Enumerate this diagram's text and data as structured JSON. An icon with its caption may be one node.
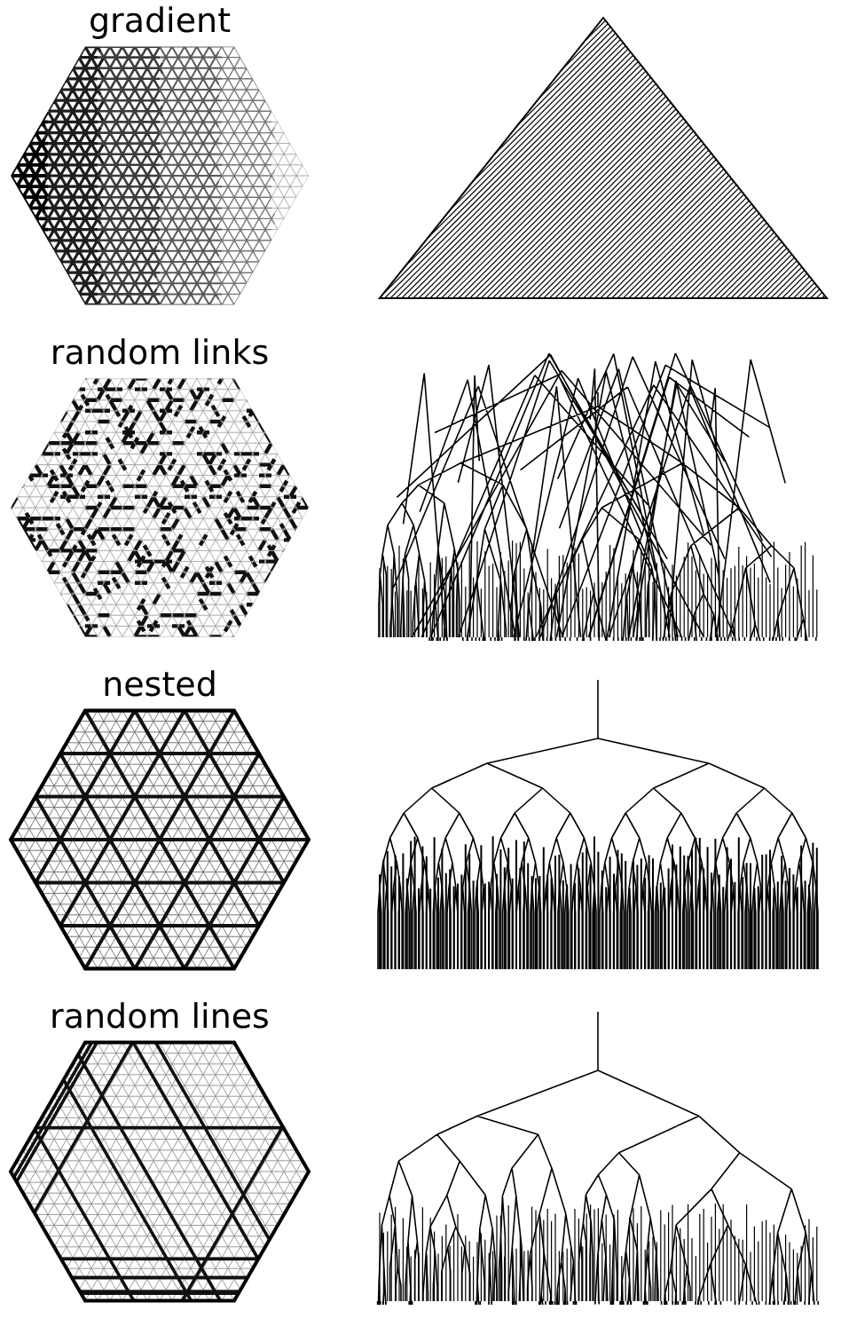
{
  "diagram": {
    "labels": [
      "gradient",
      "random links",
      "nested",
      "random lines"
    ]
  }
}
